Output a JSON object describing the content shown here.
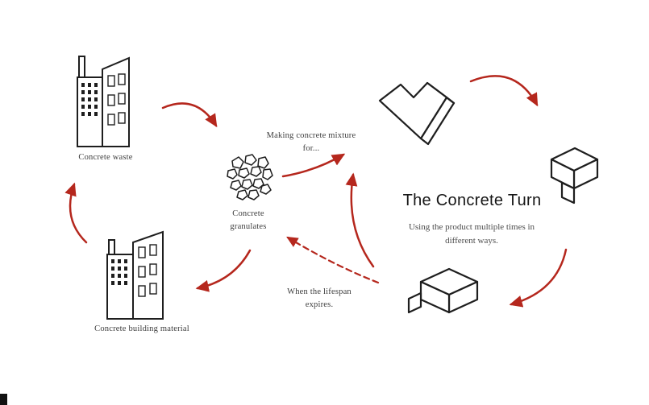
{
  "diagram": {
    "title": "The Concrete Turn",
    "subtitle": "Using the product multiple times in different ways.",
    "labels": {
      "concrete_waste": "Concrete waste",
      "concrete_granulates": "Concrete granulates",
      "making_mixture": "Making concrete mixture for...",
      "lifespan_expires": "When the lifespan expires.",
      "building_material": "Concrete building material"
    },
    "icons": {
      "waste": "buildings-icon",
      "granulates": "granulates-icon",
      "product_blocks": [
        "concrete-block-v-icon",
        "concrete-block-corner-icon",
        "concrete-block-l-icon"
      ],
      "arrows": "red-cycle-arrows"
    }
  },
  "colors": {
    "arrow": "#b5271d",
    "ink": "#1e1e1e",
    "background": "#ffffff"
  }
}
